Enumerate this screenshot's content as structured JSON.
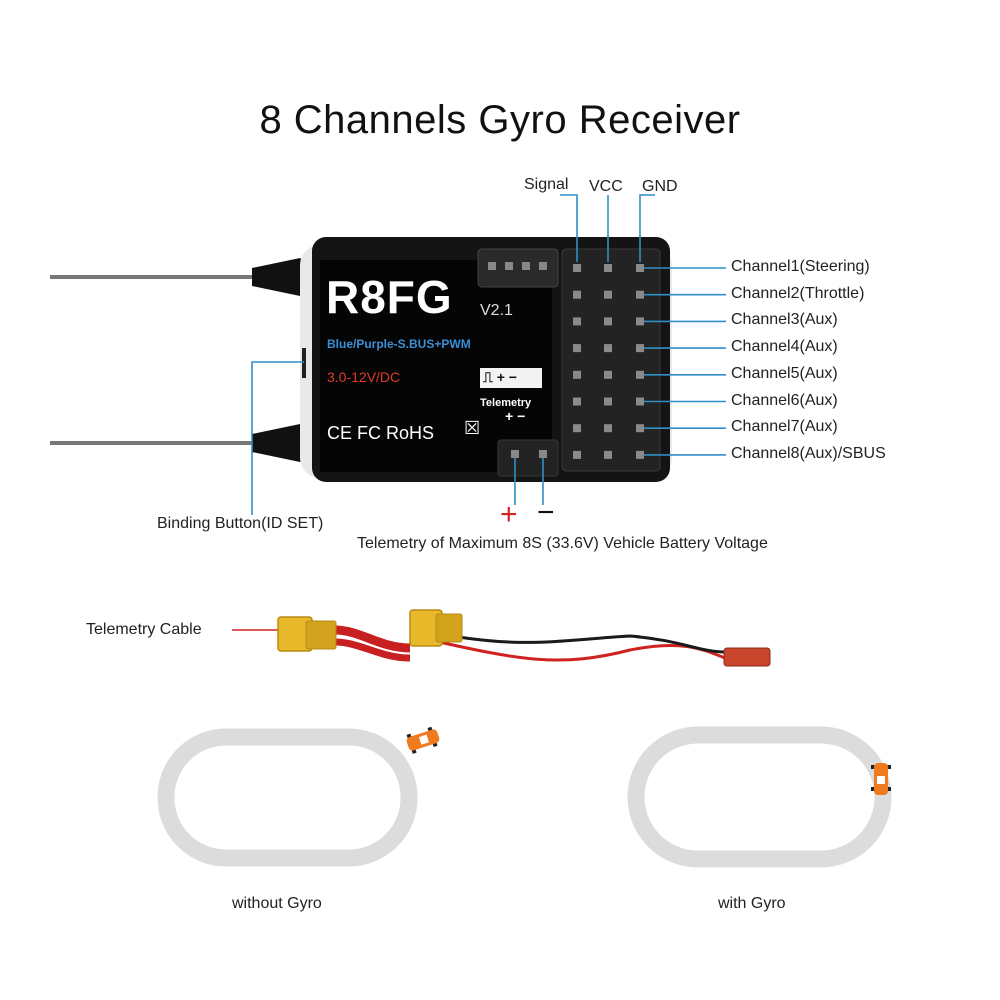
{
  "title": "8 Channels Gyro Receiver",
  "pins": {
    "signal": "Signal",
    "vcc": "VCC",
    "gnd": "GND"
  },
  "channels": [
    "Channel1(Steering)",
    "Channel2(Throttle)",
    "Channel3(Aux)",
    "Channel4(Aux)",
    "Channel5(Aux)",
    "Channel6(Aux)",
    "Channel7(Aux)",
    "Channel8(Aux)/SBUS"
  ],
  "device": {
    "model": "R8FG",
    "version": "V2.1",
    "mode_text": "Blue/Purple-S.BUS+PWM",
    "voltage_text": "3.0-12V/DC",
    "telemetry_label": "Telemetry",
    "telemetry_polarity": "+ −",
    "cert_text": "CE FC RoHS",
    "signal_symbol": "⎍ + −",
    "body_color": "#141414",
    "mode_color": "#3a8fd6",
    "voltage_color": "#e03a2a",
    "callout_color": "#2f8fc8"
  },
  "binding_button": "Binding Button(ID SET)",
  "telemetry_plus": "+",
  "telemetry_minus": "−",
  "telemetry_note": "Telemetry of Maximum 8S (33.6V) Vehicle Battery Voltage",
  "telemetry_cable": "Telemetry Cable",
  "tracks": {
    "left_caption": "without Gyro",
    "right_caption": "with Gyro",
    "car_color": "#f07a1e",
    "track_color": "#dcdcdc"
  }
}
